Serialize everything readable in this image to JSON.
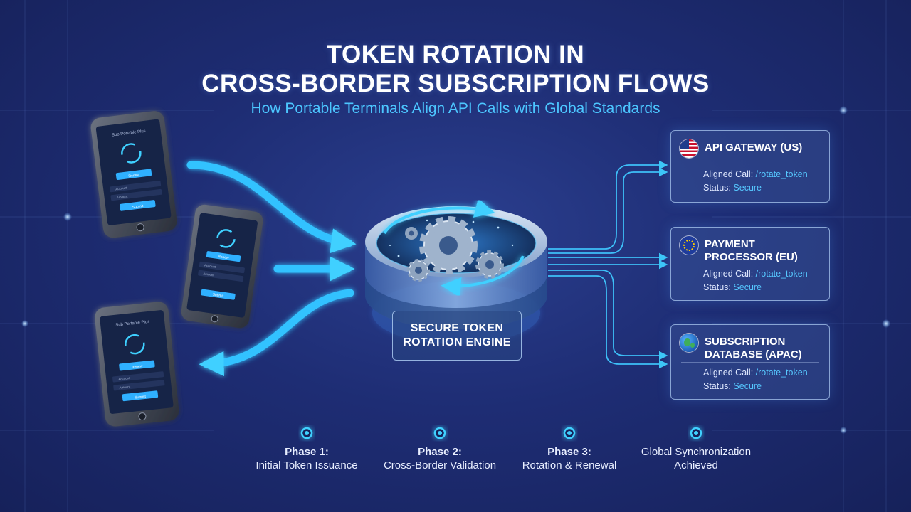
{
  "header": {
    "title_line1": "TOKEN ROTATION IN",
    "title_line2": "CROSS-BORDER SUBSCRIPTION FLOWS",
    "subtitle": "How Portable Terminals Align API Calls with Global Standards"
  },
  "engine": {
    "label_line1": "SECURE TOKEN",
    "label_line2": "ROTATION ENGINE"
  },
  "terminals": [
    {
      "app_title": "Sub Portable Plus",
      "btn1": "Renew",
      "field1": "Account",
      "field2": "Amount",
      "btn2": "Submit"
    },
    {
      "app_title": "",
      "btn1": "Renew",
      "field1": "Account",
      "field2": "Amount",
      "btn2": "Submit"
    },
    {
      "app_title": "Sub Portable Plus",
      "btn1": "Renew",
      "field1": "Account",
      "field2": "Amount",
      "btn2": "Submit"
    }
  ],
  "destinations": [
    {
      "title": "API GATEWAY (US)",
      "call_label": "Aligned Call:",
      "call_value": "/rotate_token",
      "status_label": "Status:",
      "status_value": "Secure",
      "flag": "us-flag-icon"
    },
    {
      "title": "PAYMENT PROCESSOR (EU)",
      "call_label": "Aligned Call:",
      "call_value": "/rotate_token",
      "status_label": "Status:",
      "status_value": "Secure",
      "flag": "eu-flag-icon"
    },
    {
      "title": "SUBSCRIPTION DATABASE (APAC)",
      "call_label": "Aligned Call:",
      "call_value": "/rotate_token",
      "status_label": "Status:",
      "status_value": "Secure",
      "flag": "globe-icon"
    }
  ],
  "timeline": [
    {
      "head": "Phase 1:",
      "sub": "Initial Token Issuance"
    },
    {
      "head": "Phase 2:",
      "sub": "Cross-Border Validation"
    },
    {
      "head": "Phase 3:",
      "sub": "Rotation & Renewal"
    },
    {
      "head": "Global Synchronization",
      "sub": "Achieved"
    }
  ],
  "colors": {
    "accent": "#4cc6ff",
    "background": "#1e2d74",
    "card_border": "#aac8f0"
  }
}
